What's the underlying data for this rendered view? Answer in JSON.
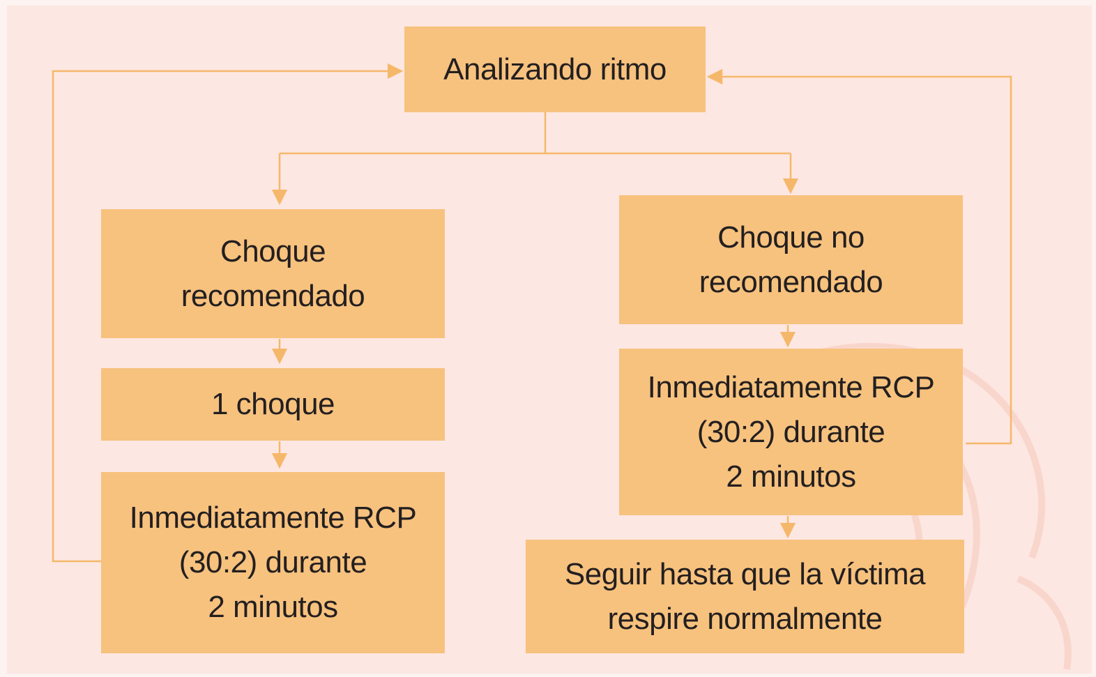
{
  "diagram": {
    "nodes": {
      "analyze": "Analizando ritmo",
      "shock_recommended": "Choque\nrecomendado",
      "one_shock": "1 choque",
      "cpr_left": "Inmediatamente RCP\n(30:2) durante\n2 minutos",
      "shock_not_recommended": "Choque no\nrecomendado",
      "cpr_right": "Inmediatamente RCP\n(30:2) durante\n2 minutos",
      "continue": "Seguir hasta que la víctima\nrespire normalmente"
    },
    "colors": {
      "background": "#fde7e2",
      "box_fill": "#f7c27e",
      "connector": "#f5b86a",
      "text": "#231f20"
    }
  }
}
